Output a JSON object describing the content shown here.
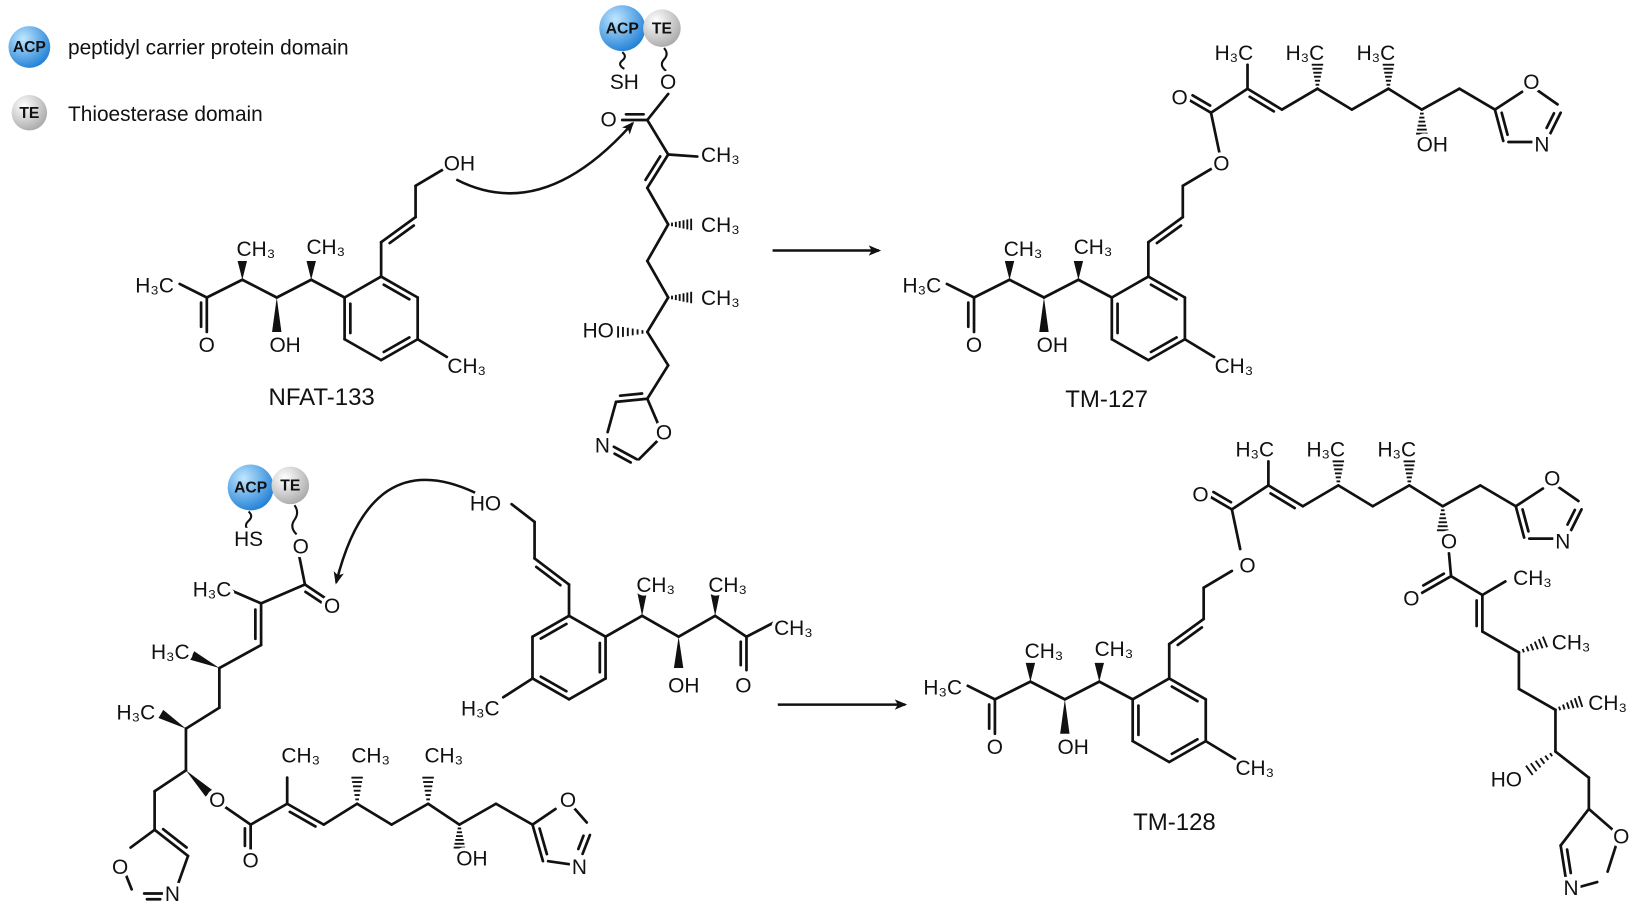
{
  "legend": {
    "acp_badge": "ACP",
    "acp_label": "peptidyl carrier protein domain",
    "te_badge": "TE",
    "te_label": "Thioesterase domain"
  },
  "compounds": {
    "nfat": "NFAT-133",
    "tm127": "TM-127",
    "tm128": "TM-128"
  },
  "atoms": {
    "ch3": "CH₃",
    "h3c": "H₃C",
    "oh": "OH",
    "ho": "HO",
    "o": "O",
    "n": "N",
    "sh": "SH",
    "hs": "HS"
  },
  "colors": {
    "acp_light": "#9fd6ff",
    "acp_dark": "#1f7fd6",
    "te_light": "#f7f7f7",
    "te_dark": "#a9a9a9",
    "bond": "#111111"
  }
}
